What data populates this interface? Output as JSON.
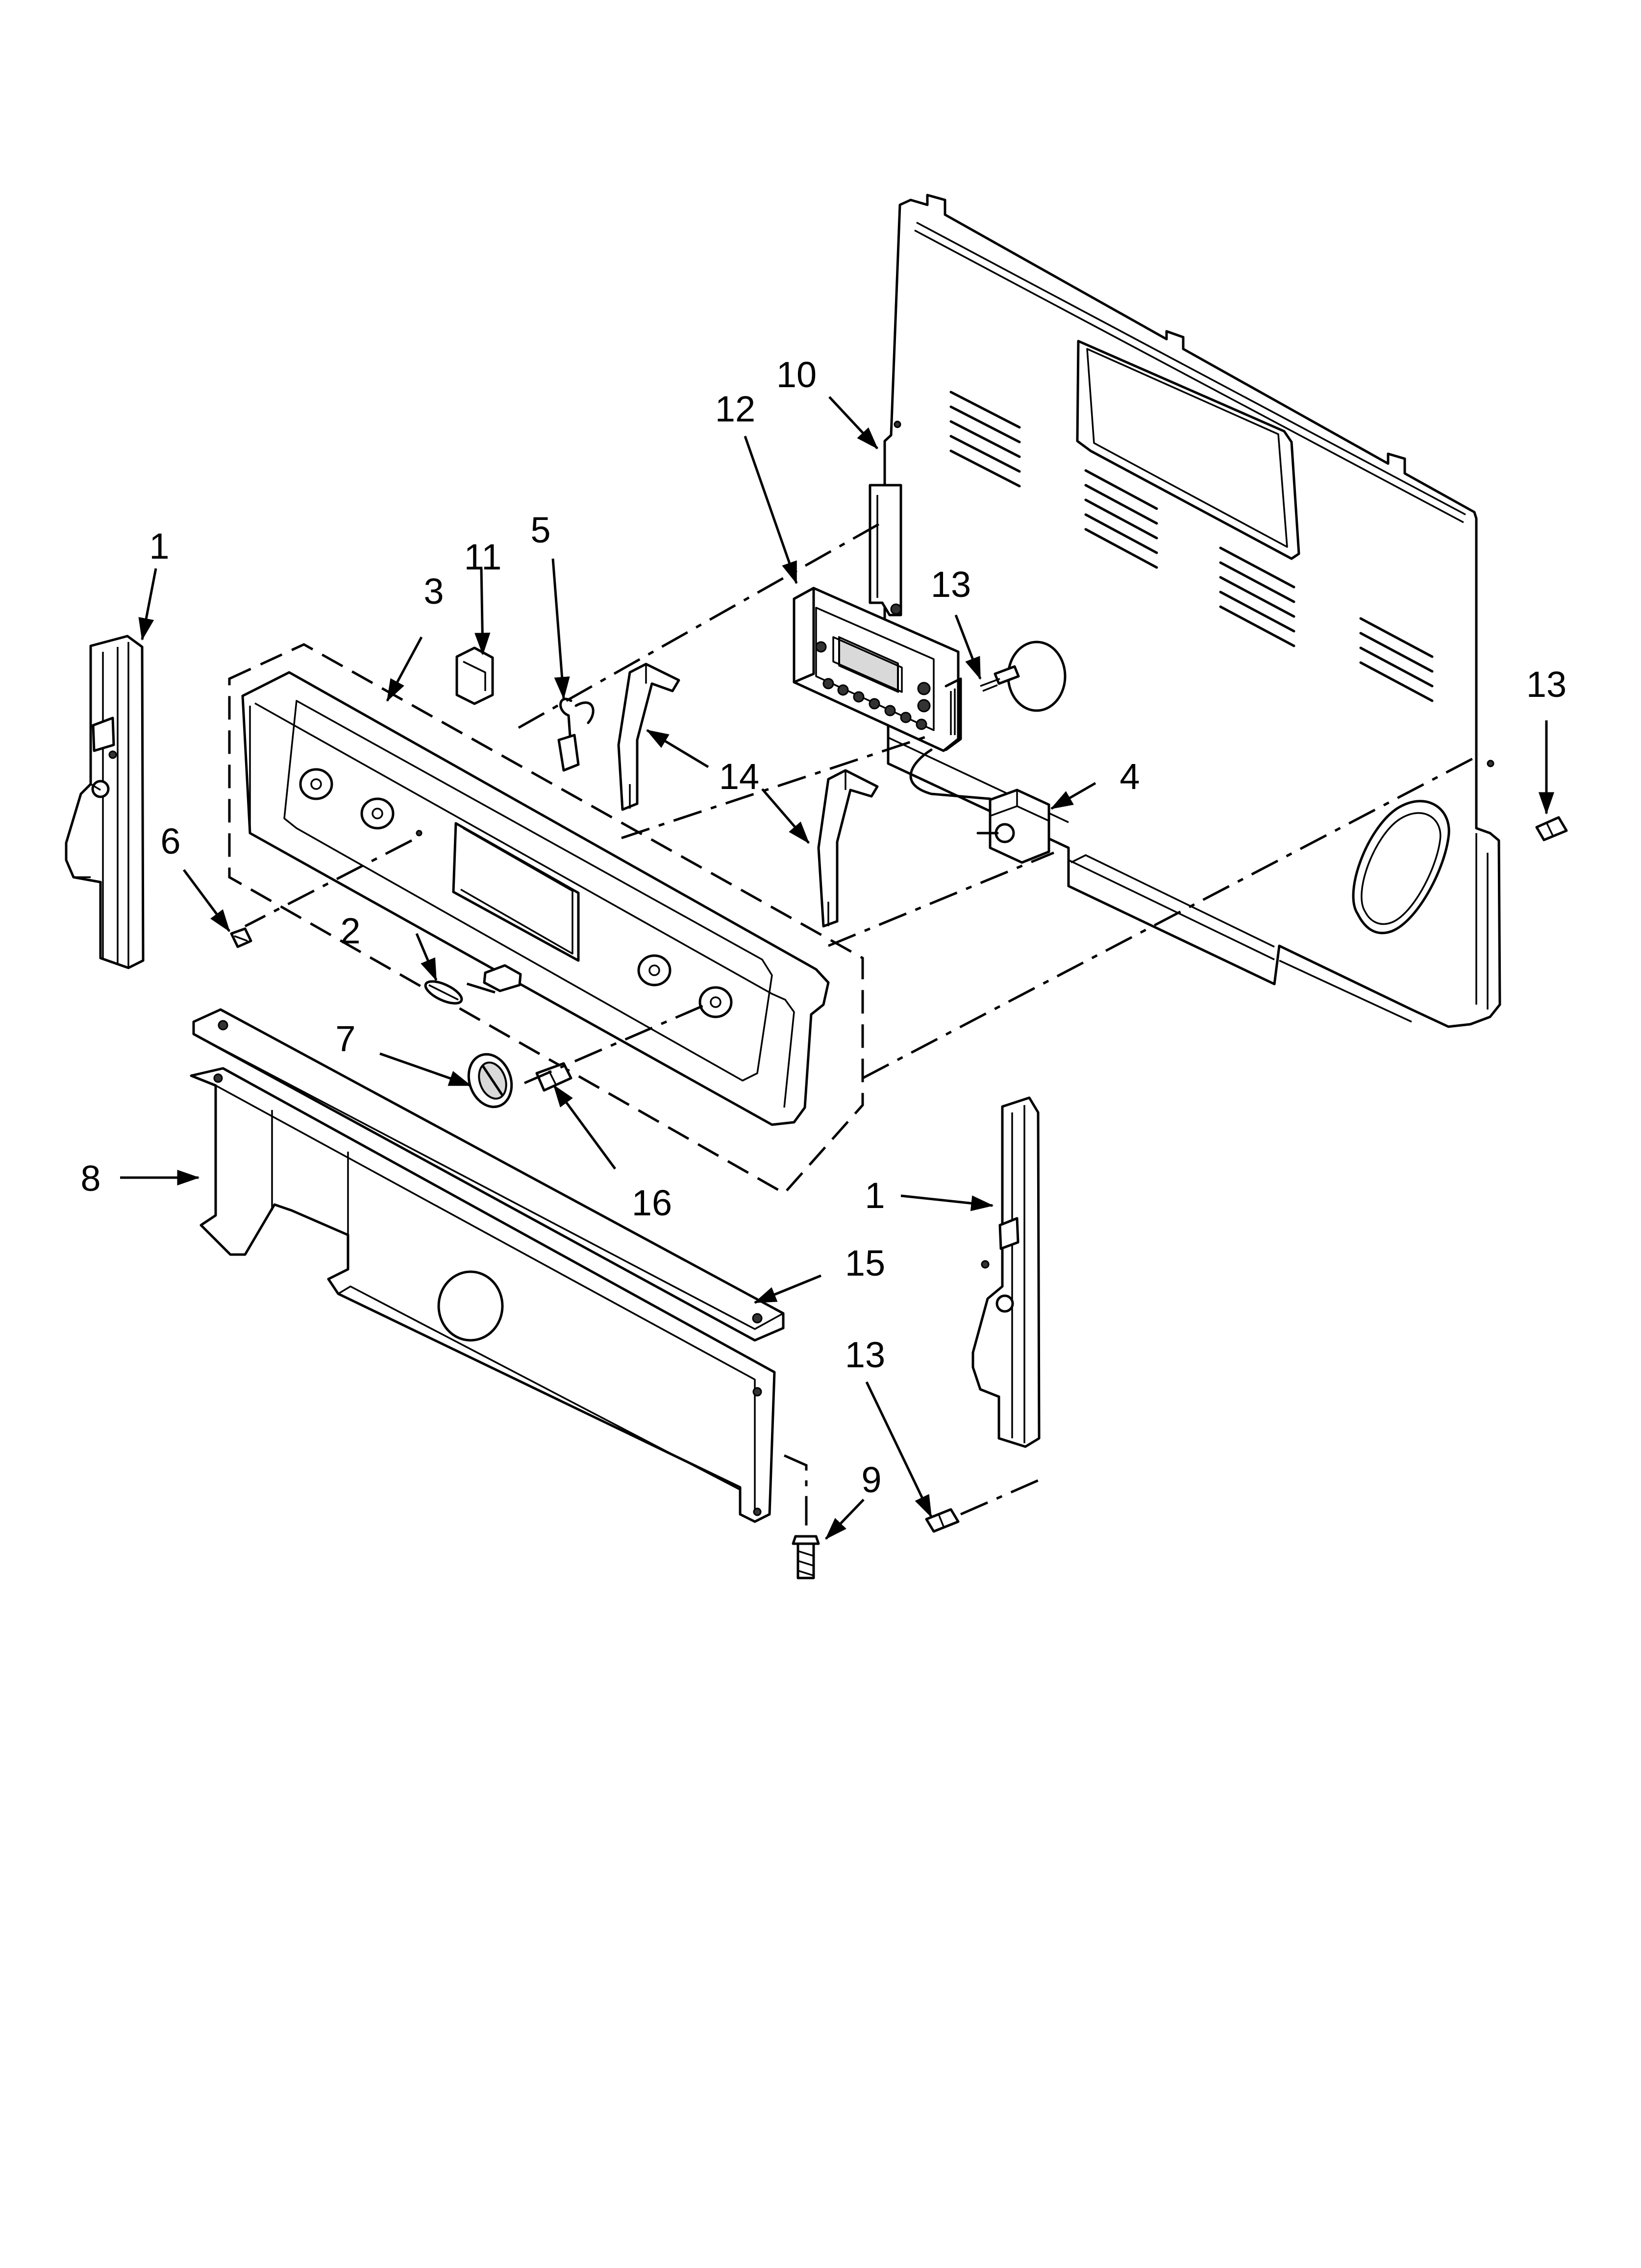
{
  "diagram": {
    "callouts": {
      "c1a": "1",
      "c1b": "1",
      "c2": "2",
      "c3": "3",
      "c4": "4",
      "c5": "5",
      "c6": "6",
      "c7": "7",
      "c8": "8",
      "c9": "9",
      "c10": "10",
      "c11": "11",
      "c12": "12",
      "c13a": "13",
      "c13b": "13",
      "c13c": "13",
      "c14": "14",
      "c15": "15",
      "c16": "16"
    }
  }
}
